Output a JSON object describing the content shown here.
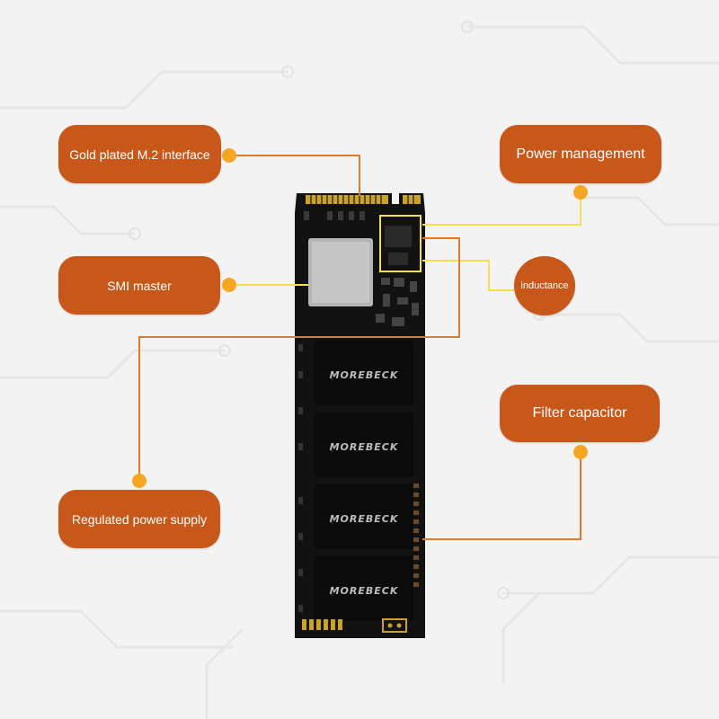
{
  "labels": {
    "gold_interface": "Gold plated M.2 interface",
    "power_management": "Power management",
    "smi_master": "SMI master",
    "inductance": "inductance",
    "filter_capacitor": "Filter capacitor",
    "regulated_power_supply": "Regulated power supply"
  },
  "ssd": {
    "brand": "MOREBECK",
    "nand_chip_count": 4
  },
  "colors": {
    "background": "#f3f3f3",
    "label_fill": "#c8581a",
    "label_text": "#ffffff",
    "connector_dot": "#f6a623",
    "connector_line_orange": "#e07b2b",
    "connector_line_yellow": "#f4e04d",
    "pcb": "#111111",
    "gold_contacts": "#c9a227",
    "controller_chip": "#b8b8b8"
  }
}
